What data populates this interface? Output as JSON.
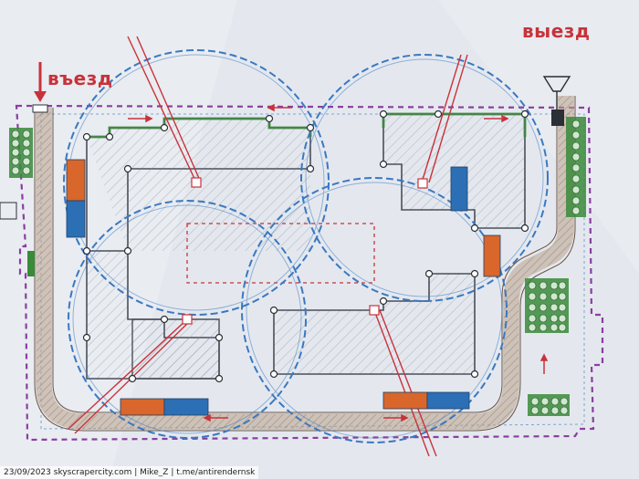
{
  "labels": {
    "entry": "въезд",
    "exit": "выезд"
  },
  "footer": {
    "date": "23/09/2023",
    "credit": "skyscrapercity.com | Mike_Z | t.me/antirendernsk"
  },
  "colors": {
    "background": "#dfe4ea",
    "boundary": "#8a3fa0",
    "building": "#4a4f5a",
    "hatch": "#8b95a8",
    "crane_radius": "#3a78c2",
    "crane_jib": "#c8323a",
    "road": "#b8a38e",
    "orange_zone": "#d9662b",
    "blue_zone": "#2c6fb5",
    "green_storage": "#3a8a3a",
    "label_red": "#c8323a"
  }
}
